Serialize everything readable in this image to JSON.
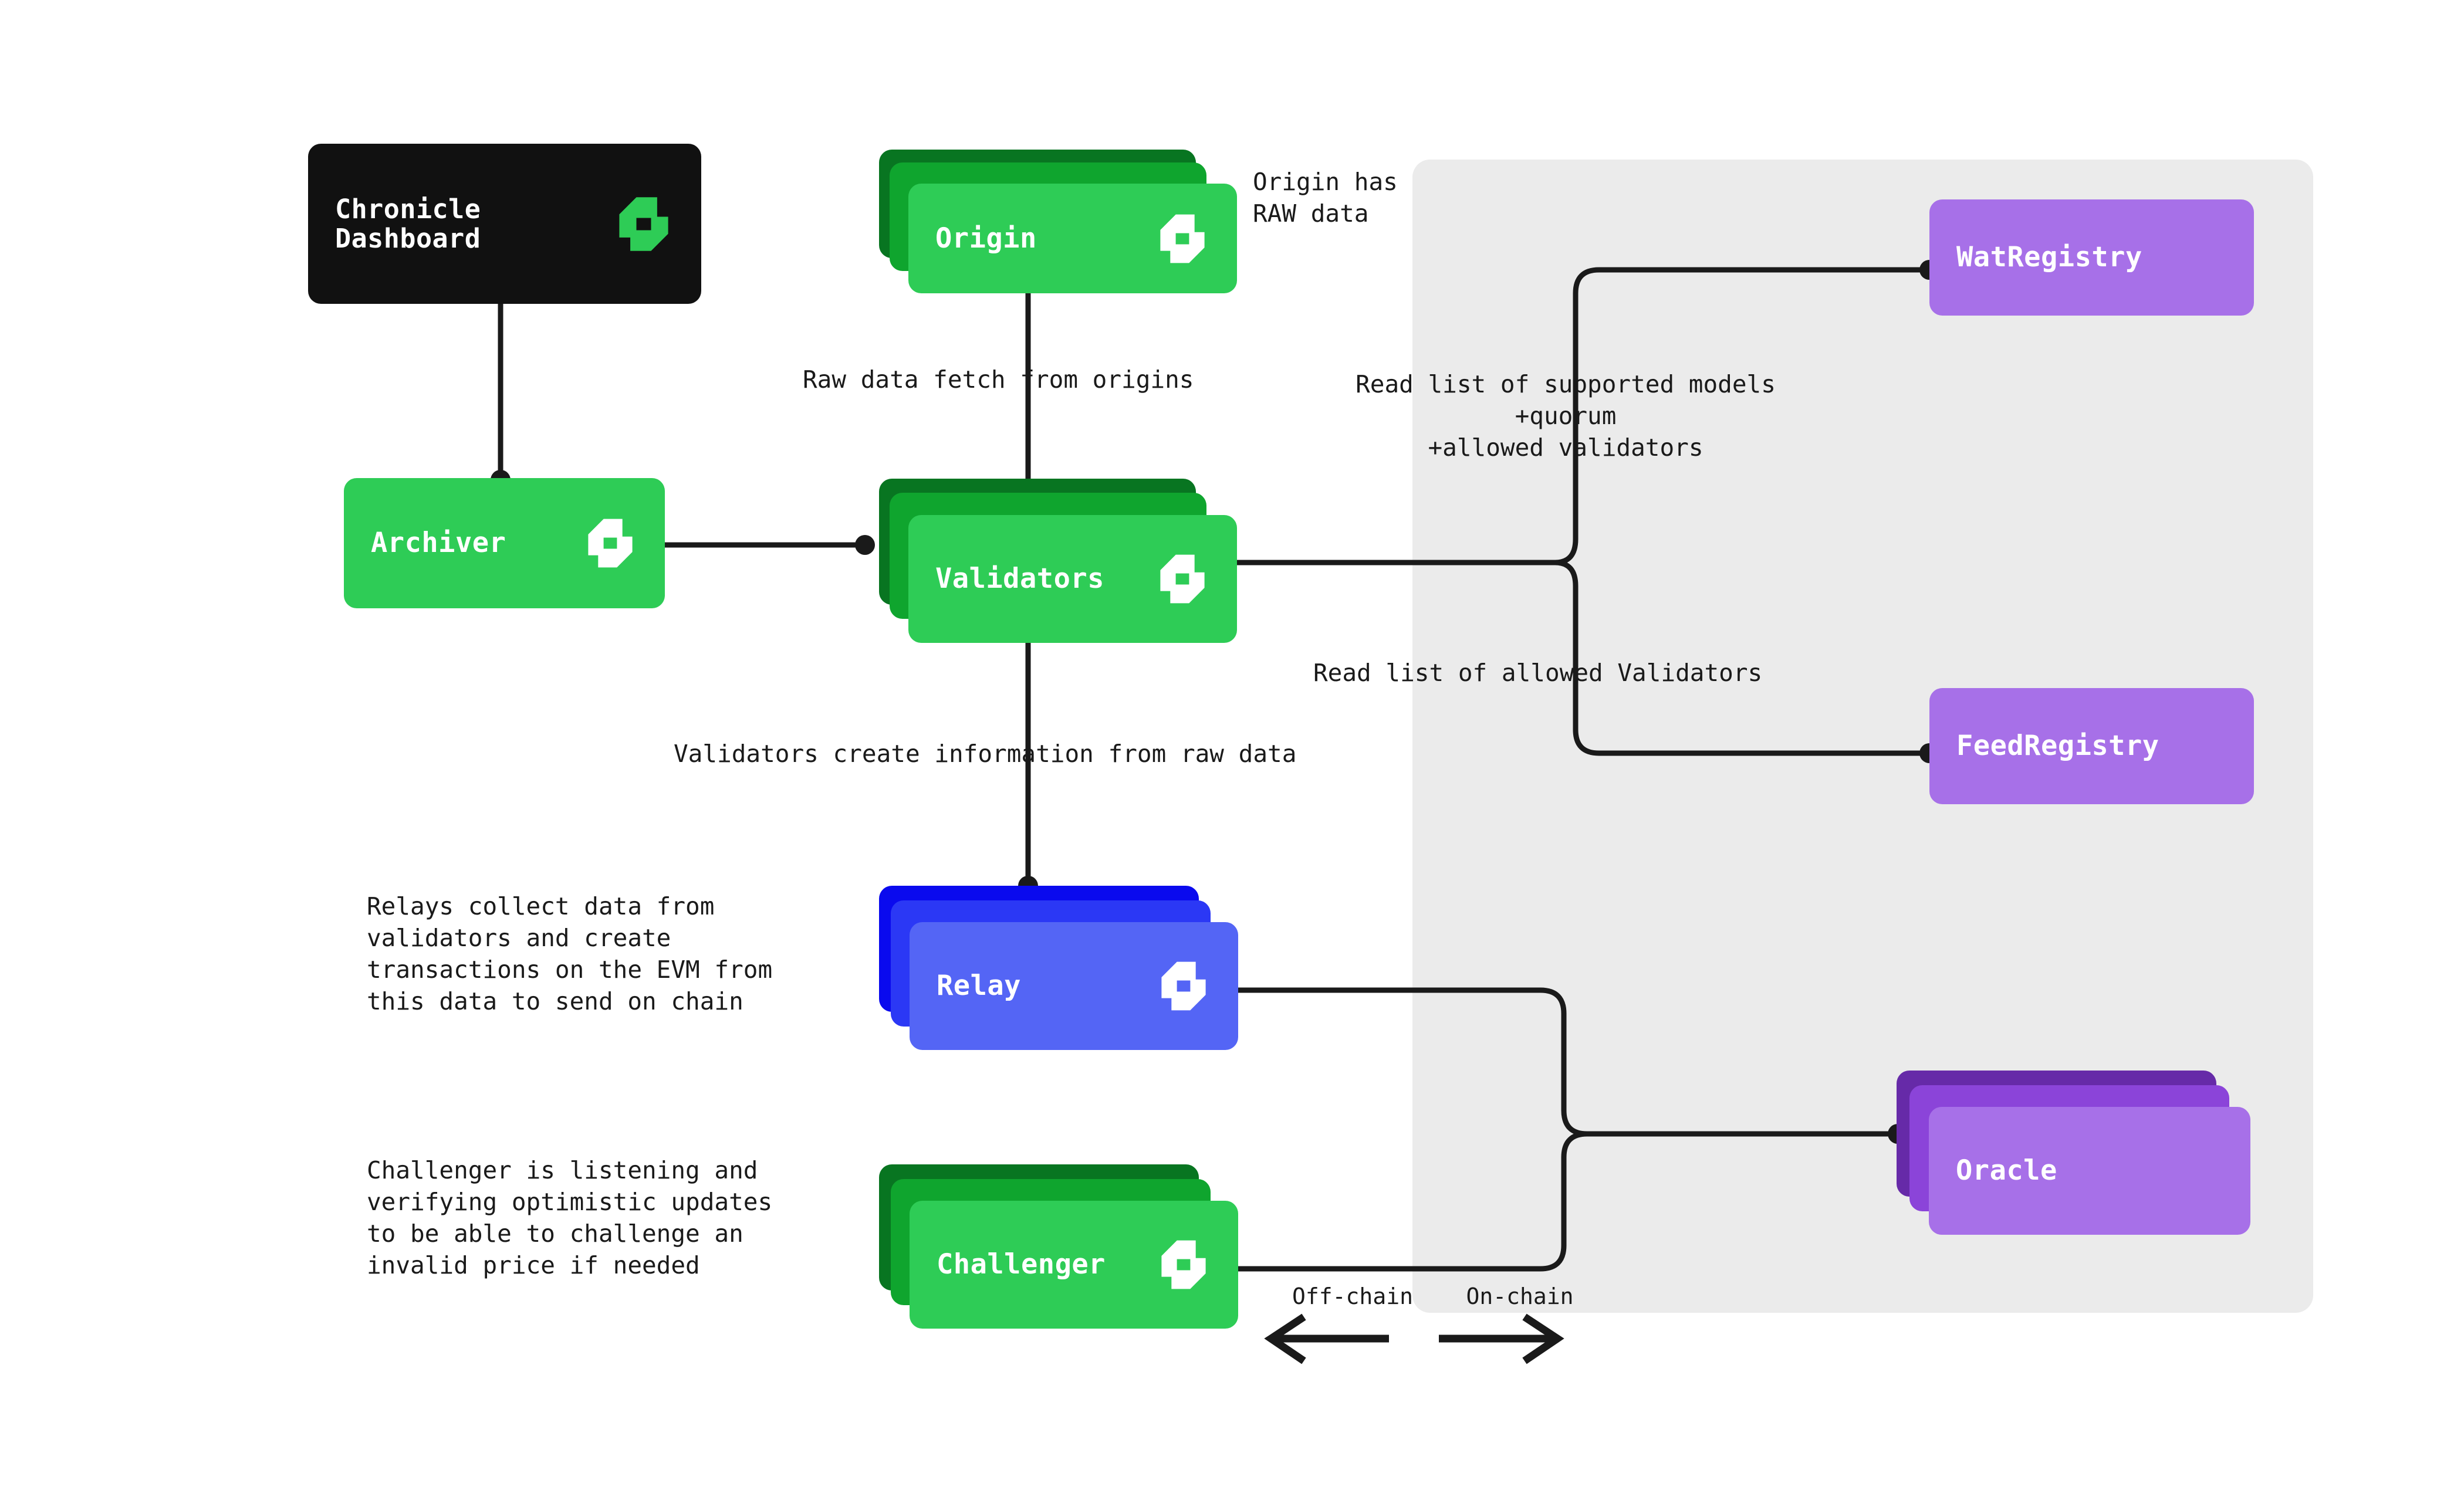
{
  "diagram": {
    "title": "Chronicle Protocol Architecture",
    "colors": {
      "green_front": "#2ECC56",
      "green_mid": "#0FA52E",
      "green_back": "#087521",
      "blue_front": "#5465F5",
      "blue_mid": "#2B38F5",
      "blue_back": "#0A0AEE",
      "purple_front": "#A770E8",
      "purple_mid": "#8B44D9",
      "purple_back": "#662AA8",
      "dark": "#111111",
      "onchain_region": "#ebebeb",
      "edge": "#1a1a1a",
      "text": "#1a1a1a"
    }
  },
  "nodes": {
    "dashboard": {
      "label": "Chronicle\nDashboard"
    },
    "origin": {
      "label": "Origin"
    },
    "archiver": {
      "label": "Archiver"
    },
    "validators": {
      "label": "Validators"
    },
    "relay": {
      "label": "Relay"
    },
    "challenger": {
      "label": "Challenger"
    },
    "wat_registry": {
      "label": "WatRegistry"
    },
    "feed_registry": {
      "label": "FeedRegistry"
    },
    "oracle": {
      "label": "Oracle"
    }
  },
  "annotations": {
    "origin_raw": "Origin has\nRAW data",
    "raw_fetch": "Raw data fetch from origins",
    "supported_models": "Read list of supported models\n+quorum\n+allowed validators",
    "allowed_validators": "Read list of allowed Validators",
    "validators_create": "Validators create information from raw data",
    "relay_desc": "Relays collect data from\nvalidators and create\ntransactions on the EVM from\nthis data to send on chain",
    "challenger_desc": "Challenger is listening and\nverifying optimistic updates\nto be able to challenge an\ninvalid price if needed",
    "off_chain": "Off-chain",
    "on_chain": "On-chain"
  },
  "icons": {
    "chronicle_logo": "chronicle-logo-icon",
    "arrow_left": "arrow-left-icon",
    "arrow_right": "arrow-right-icon"
  }
}
